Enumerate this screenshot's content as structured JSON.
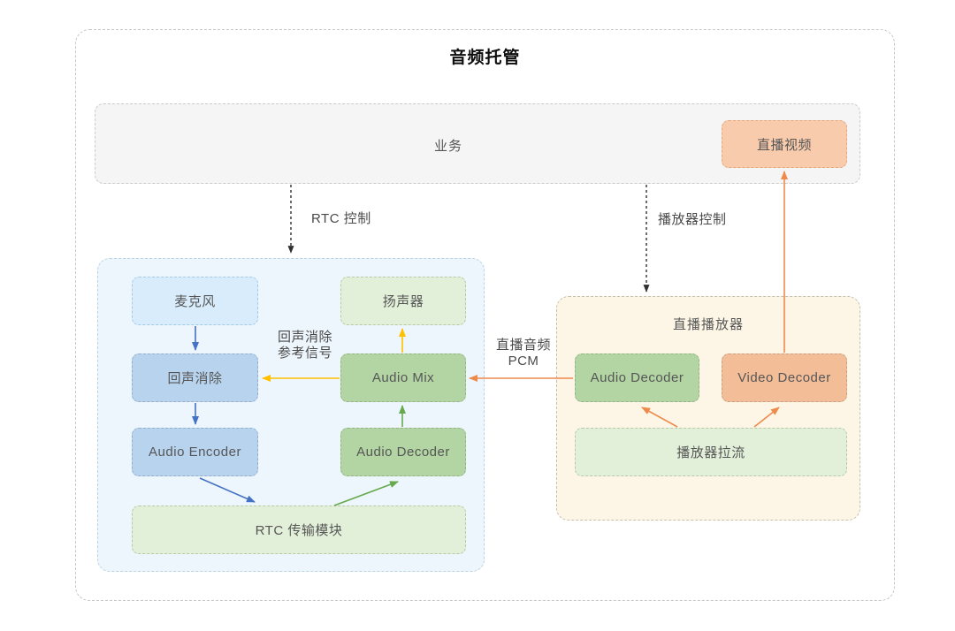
{
  "title": "音频托管",
  "business": {
    "label": "业务",
    "live_video": "直播视频"
  },
  "controls": {
    "rtc": "RTC 控制",
    "player": "播放器控制"
  },
  "rtc_panel": {
    "mic": "麦克风",
    "speaker": "扬声器",
    "aec": "回声消除",
    "audio_mix": "Audio Mix",
    "audio_encoder": "Audio Encoder",
    "audio_decoder": "Audio Decoder",
    "rtc_transport": "RTC 传输模块"
  },
  "player_panel": {
    "title": "直播播放器",
    "audio_decoder": "Audio Decoder",
    "video_decoder": "Video Decoder",
    "player_pull": "播放器拉流"
  },
  "flow_labels": {
    "aec_ref": [
      "回声消除",
      "参考信号"
    ],
    "live_audio_pcm": [
      "直播音频",
      "PCM"
    ]
  },
  "colors": {
    "arrow_blue": "#4472c4",
    "arrow_green": "#67a94d",
    "arrow_yellow": "#ffc000",
    "arrow_orange": "#ee8a4c",
    "arrow_control": "#2f2f2f",
    "node_blue_light": "#d8ecfb",
    "node_blue": "#b7d3ee",
    "node_green_light": "#e2efd9",
    "node_green": "#b2d5a3",
    "node_orange_light": "#f8cbad",
    "node_orange": "#f3bd98",
    "panel_rtc_bg": "#edf6fd",
    "panel_player_bg": "#fdf6e6",
    "panel_business_bg": "#f5f5f6"
  }
}
